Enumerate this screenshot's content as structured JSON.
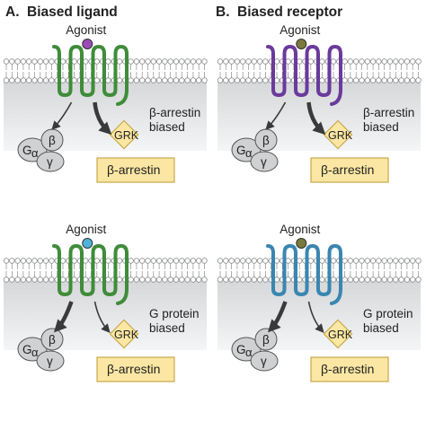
{
  "panels": [
    {
      "letter": "A.",
      "title": "Biased ligand"
    },
    {
      "letter": "B.",
      "title": "Biased receptor"
    }
  ],
  "cells": [
    {
      "agonist": "Agonist",
      "bias_line1": "β-arrestin",
      "bias_line2": "biased",
      "grk": "GRK",
      "arrestin": "β-arrestin",
      "g_alpha": "G",
      "g_alpha_sub": "α",
      "g_beta": "β",
      "g_gamma": "γ",
      "receptor_color": "#3f8c3a",
      "ligand_color": "#9b4bb5"
    },
    {
      "agonist": "Agonist",
      "bias_line1": "β-arrestin",
      "bias_line2": "biased",
      "grk": "GRK",
      "arrestin": "β-arrestin",
      "g_alpha": "G",
      "g_alpha_sub": "α",
      "g_beta": "β",
      "g_gamma": "γ",
      "receptor_color": "#6a3a9c",
      "ligand_color": "#7a7a3e"
    },
    {
      "agonist": "Agonist",
      "bias_line1": "G protein",
      "bias_line2": "biased",
      "grk": "GRK",
      "arrestin": "β-arrestin",
      "g_alpha": "G",
      "g_alpha_sub": "α",
      "g_beta": "β",
      "g_gamma": "γ",
      "receptor_color": "#3f8c3a",
      "ligand_color": "#4fb3d9"
    },
    {
      "agonist": "Agonist",
      "bias_line1": "G protein",
      "bias_line2": "biased",
      "grk": "GRK",
      "arrestin": "β-arrestin",
      "g_alpha": "G",
      "g_alpha_sub": "α",
      "g_beta": "β",
      "g_gamma": "γ",
      "receptor_color": "#3a86b0",
      "ligand_color": "#7a7a3e"
    }
  ],
  "colors": {
    "membrane_gradient_top": "#d4d6d8",
    "membrane_gradient_bottom": "#f4f5f6",
    "lipid_head": "#ffffff",
    "lipid_outline": "#8a8c8e",
    "box_fill": "#fbe7a3",
    "box_stroke": "#c7a84a",
    "gprotein_fill": "#cfd1d3",
    "gprotein_stroke": "#555555",
    "arrow": "#3a3a3a"
  }
}
